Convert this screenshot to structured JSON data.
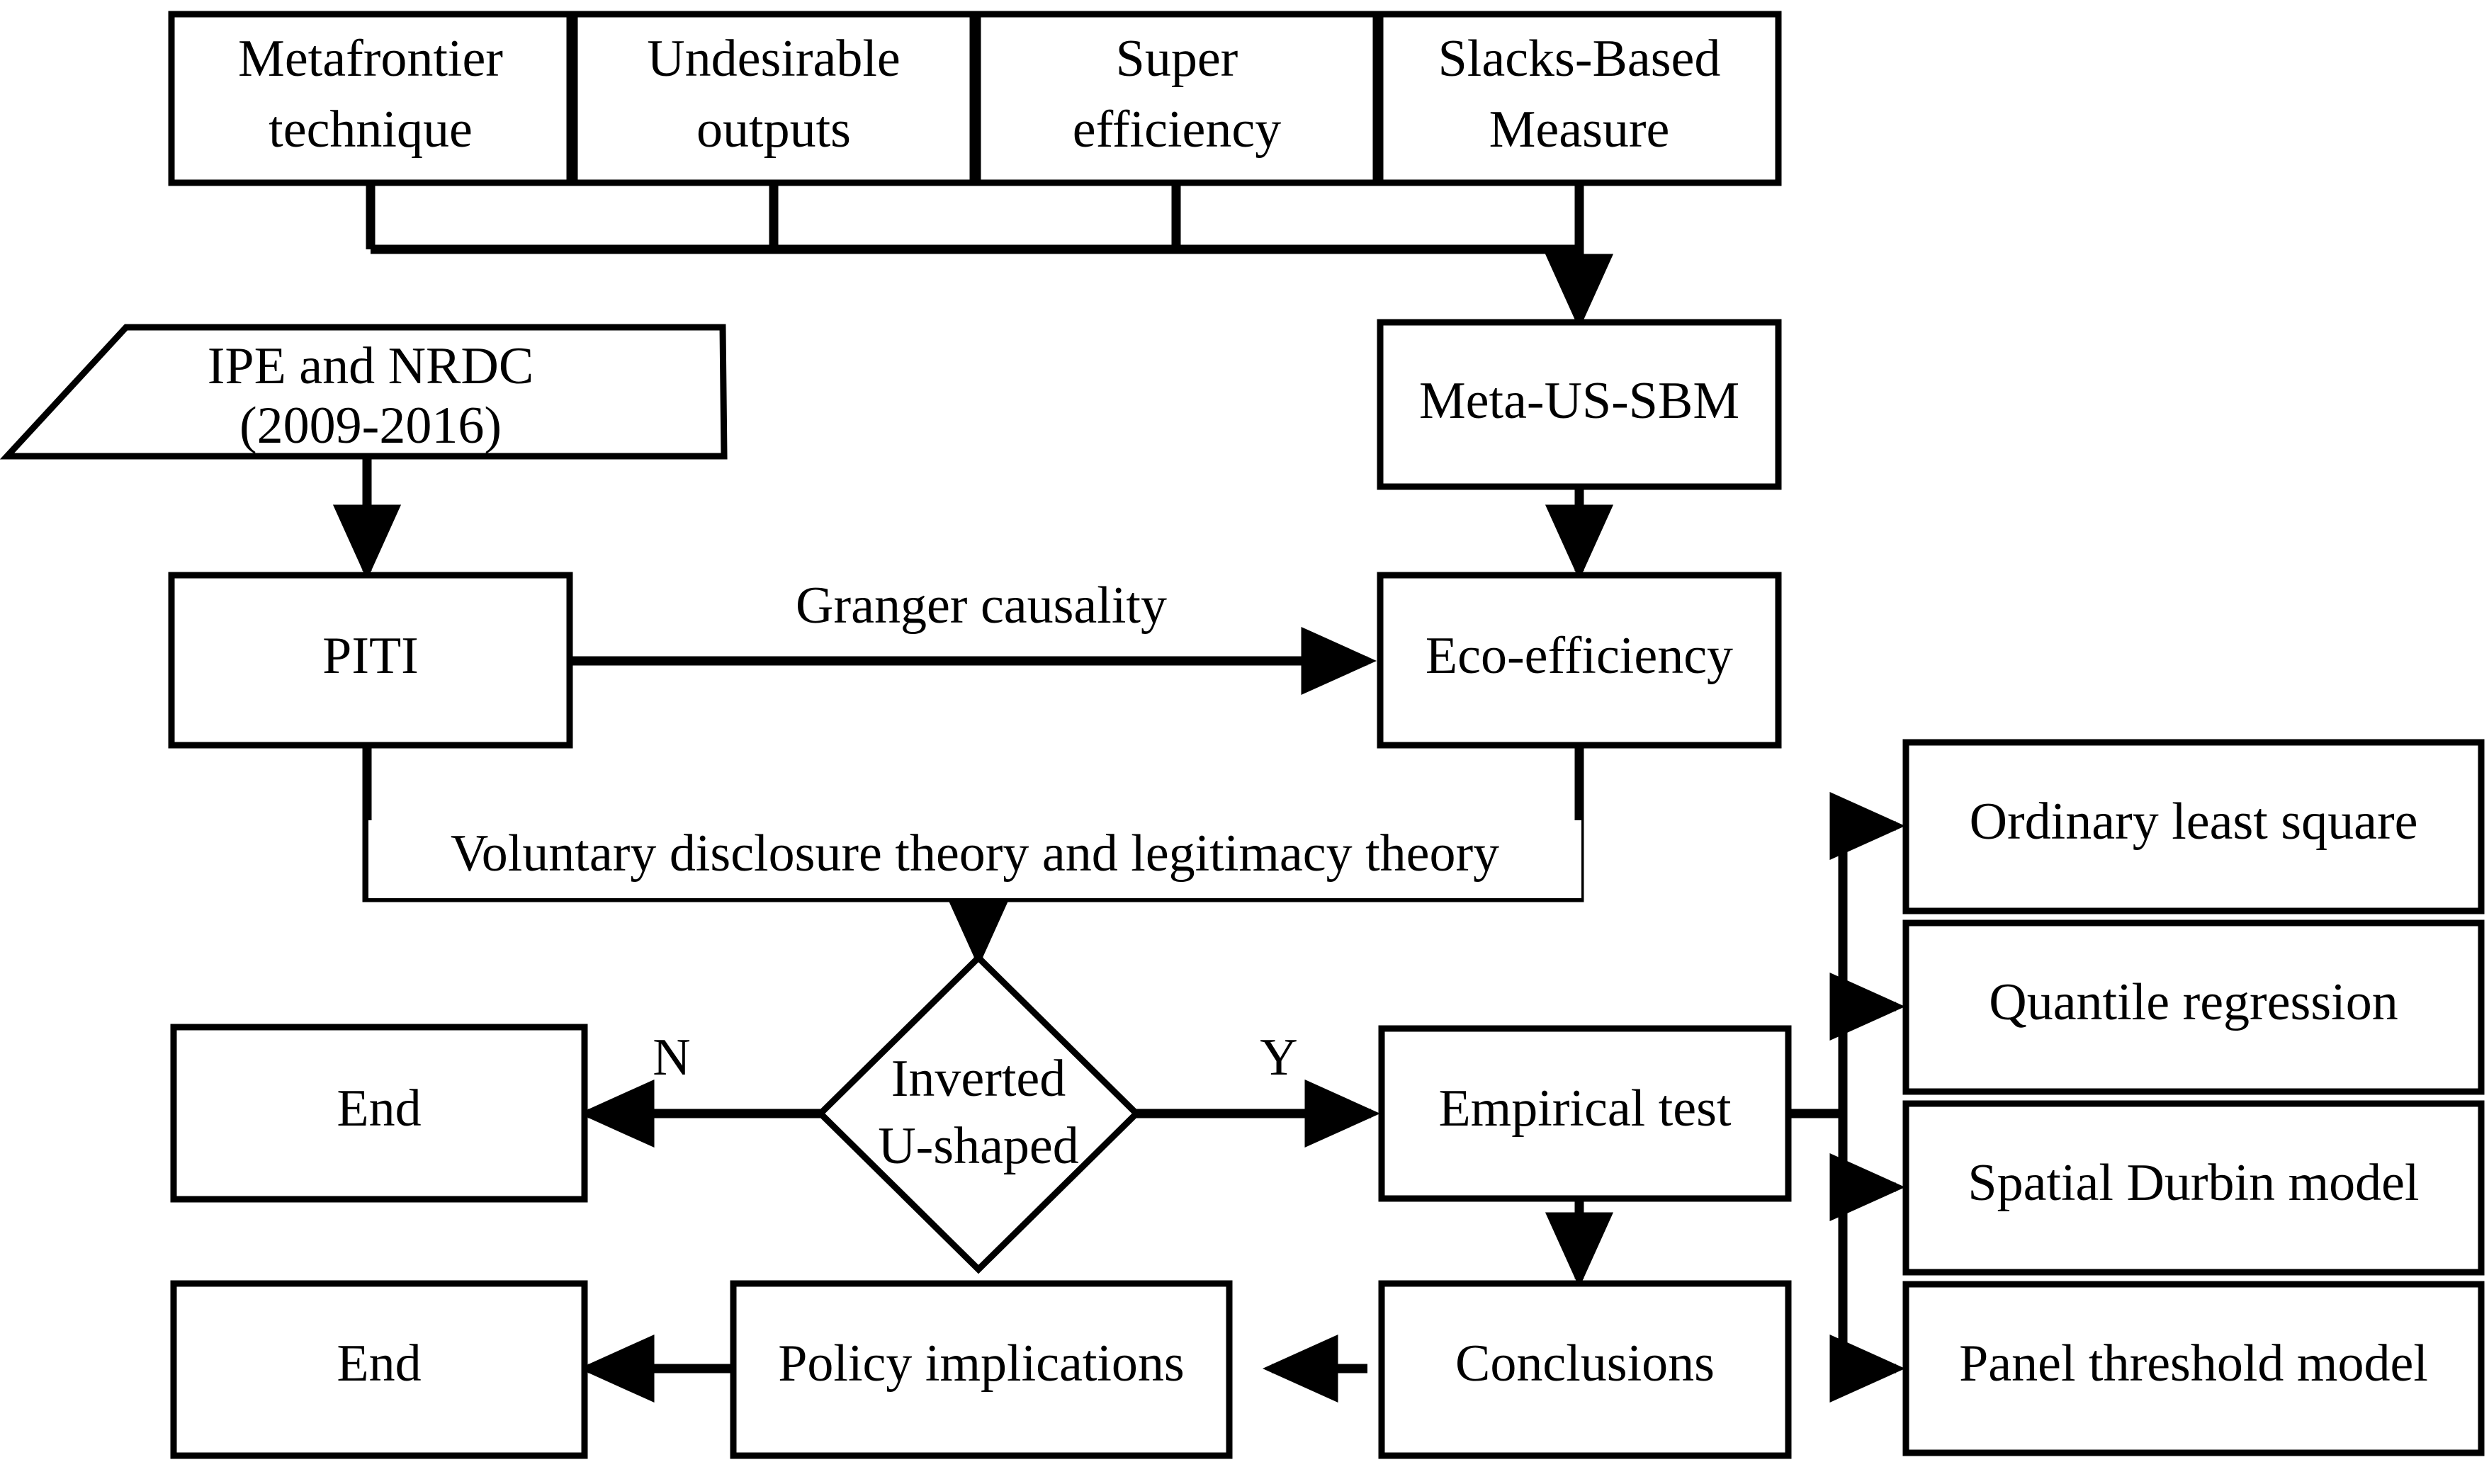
{
  "diagram": {
    "title": "Research framework flowchart",
    "colors": {
      "stroke": "#000000",
      "fill": "#ffffff",
      "text": "#000000"
    },
    "nodes": {
      "method_top": [
        {
          "id": "metafrontier",
          "label": "Metafrontier\ntechnique",
          "line1": "Metafrontier",
          "line2": "technique",
          "shape": "rect"
        },
        {
          "id": "undesirable",
          "label": "Undesirable\noutputs",
          "line1": "Undesirable",
          "line2": "outputs",
          "shape": "rect"
        },
        {
          "id": "super_efficiency",
          "label": "Super\nefficiency",
          "line1": "Super",
          "line2": "efficiency",
          "shape": "rect"
        },
        {
          "id": "sbm",
          "label": "Slacks-Based\nMeasure",
          "line1": "Slacks-Based",
          "line2": "Measure",
          "shape": "rect"
        }
      ],
      "data_source": {
        "id": "ipe_nrdc",
        "line1": "IPE and NRDC",
        "line2": "(2009-2016)",
        "shape": "parallelogram"
      },
      "meta_us_sbm": {
        "id": "meta_us_sbm",
        "label": "Meta-US-SBM",
        "shape": "rect"
      },
      "piti": {
        "id": "piti",
        "label": "PITI",
        "shape": "rect"
      },
      "eco_efficiency": {
        "id": "eco_efficiency",
        "label": "Eco-efficiency",
        "shape": "rect"
      },
      "decision": {
        "id": "inverted_u",
        "line1": "Inverted",
        "line2": "U-shaped",
        "shape": "diamond"
      },
      "end_top": {
        "id": "end_top",
        "label": "End",
        "shape": "rect"
      },
      "end_bottom": {
        "id": "end_bottom",
        "label": "End",
        "shape": "rect"
      },
      "empirical_test": {
        "id": "empirical_test",
        "label": "Empirical test",
        "shape": "rect"
      },
      "conclusions": {
        "id": "conclusions",
        "label": "Conclusions",
        "shape": "rect"
      },
      "policy_implications": {
        "id": "policy_implications",
        "label": "Policy implications",
        "shape": "rect"
      },
      "methods_right": [
        {
          "id": "ols",
          "label": "Ordinary least square",
          "shape": "rect"
        },
        {
          "id": "quantile",
          "label": "Quantile regression",
          "shape": "rect"
        },
        {
          "id": "sdm",
          "label": "Spatial Durbin model",
          "shape": "rect"
        },
        {
          "id": "panel_threshold",
          "label": "Panel threshold model",
          "shape": "rect"
        }
      ]
    },
    "edge_labels": {
      "granger": "Granger causality",
      "theory": "Voluntary disclosure theory and legitimacy theory",
      "no": "N",
      "yes": "Y"
    }
  }
}
